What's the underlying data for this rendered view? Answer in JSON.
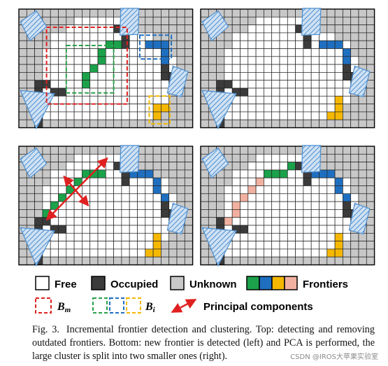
{
  "colors": {
    "unknown": "#c8c8c8",
    "free": "#ffffff",
    "occupied": "#3b3b3b",
    "grid_line": "#222222",
    "frontier_green": "#1ba24a",
    "frontier_blue": "#1f6fc0",
    "frontier_yellow": "#f5b800",
    "frontier_pink": "#f2b1a0",
    "box_red": "#e02020",
    "box_green": "#2aa24a",
    "box_blue": "#1f6fc0",
    "box_yellow": "#f5b800",
    "obstacle_fill": "#cfe1f3",
    "obstacle_hatch": "#4d8fd0",
    "arrow": "#e02020"
  },
  "legend": {
    "free": "Free",
    "occupied": "Occupied",
    "unknown": "Unknown",
    "frontiers": "Frontiers",
    "bm_main": "B",
    "bm_sub": "m",
    "bi_main": "B",
    "bi_sub": "i",
    "principal": "Principal components"
  },
  "caption": {
    "fig_label": "Fig. 3.",
    "text": "Incremental frontier detection and clustering. Top: detecting and removing outdated frontiers. Bottom: new frontier is detected (left) and PCA is performed, the large cluster is split into two smaller ones (right)."
  },
  "watermark": "CSDN @IROS大苹果实验室"
}
